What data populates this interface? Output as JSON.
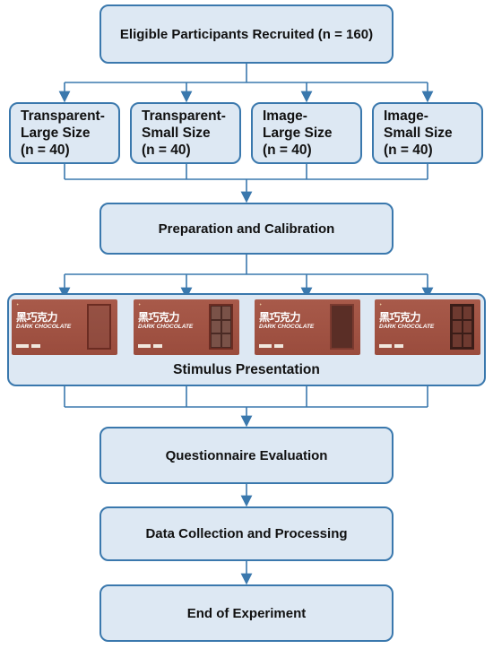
{
  "colors": {
    "box_fill": "#dde8f3",
    "box_border": "#3a78ad",
    "connector": "#3a78ad",
    "package": "#a85a4a"
  },
  "steps": {
    "recruit": "Eligible Participants Recruited (n = 160)",
    "preparation": "Preparation and Calibration",
    "stimulus": "Stimulus Presentation",
    "questionnaire": "Questionnaire Evaluation",
    "data": "Data Collection and Processing",
    "end": "End of Experiment"
  },
  "groups": [
    {
      "line1": "Transparent-",
      "line2": "Large Size",
      "line3": "(n = 40)"
    },
    {
      "line1": "Transparent-",
      "line2": "Small Size",
      "line3": "(n = 40)"
    },
    {
      "line1": "Image-",
      "line2": "Large Size",
      "line3": "(n = 40)"
    },
    {
      "line1": "Image-",
      "line2": "Small Size",
      "line3": "(n = 40)"
    }
  ],
  "stimuli": [
    {
      "product_cn": "黑巧克力",
      "product_en": "DARK CHOCOLATE",
      "window": "transparent-large"
    },
    {
      "product_cn": "黑巧克力",
      "product_en": "DARK CHOCOLATE",
      "window": "transparent-small"
    },
    {
      "product_cn": "黑巧克力",
      "product_en": "DARK CHOCOLATE",
      "window": "image-large"
    },
    {
      "product_cn": "黑巧克力",
      "product_en": "DARK CHOCOLATE",
      "window": "image-small"
    }
  ]
}
